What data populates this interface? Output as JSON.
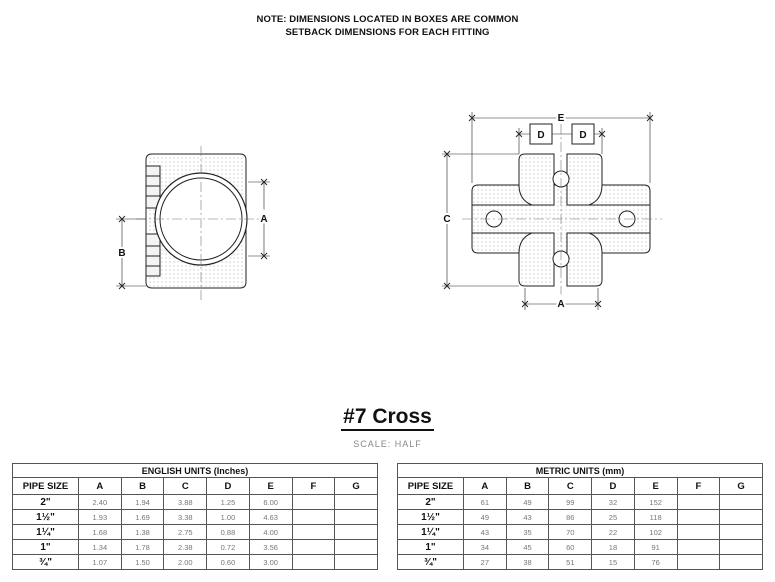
{
  "note": {
    "line1": "NOTE: DIMENSIONS LOCATED IN BOXES ARE COMMON",
    "line2": "SETBACK DIMENSIONS FOR EACH FITTING"
  },
  "drawing": {
    "side_labels": {
      "a": "A",
      "b": "B"
    },
    "top_labels": {
      "e": "E",
      "d_left": "D",
      "d_right": "D",
      "c": "C",
      "a": "A"
    }
  },
  "title": "#7 Cross",
  "scale": "SCALE: HALF",
  "english": {
    "caption": "ENGLISH UNITS (Inches)",
    "headers": [
      "PIPE SIZE",
      "A",
      "B",
      "C",
      "D",
      "E",
      "F",
      "G"
    ],
    "rows": [
      [
        "2\"",
        "2.40",
        "1.94",
        "3.88",
        "1.25",
        "6.00",
        "",
        ""
      ],
      [
        "1½\"",
        "1.93",
        "1.69",
        "3.38",
        "1.00",
        "4.63",
        "",
        ""
      ],
      [
        "1¼\"",
        "1.68",
        "1.38",
        "2.75",
        "0.88",
        "4.00",
        "",
        ""
      ],
      [
        "1\"",
        "1.34",
        "1.78",
        "2.38",
        "0.72",
        "3.56",
        "",
        ""
      ],
      [
        "¾\"",
        "1.07",
        "1.50",
        "2.00",
        "0.60",
        "3.00",
        "",
        ""
      ]
    ]
  },
  "metric": {
    "caption": "METRIC UNITS (mm)",
    "headers": [
      "PIPE SIZE",
      "A",
      "B",
      "C",
      "D",
      "E",
      "F",
      "G"
    ],
    "rows": [
      [
        "2\"",
        "61",
        "49",
        "99",
        "32",
        "152",
        "",
        ""
      ],
      [
        "1½\"",
        "49",
        "43",
        "86",
        "25",
        "118",
        "",
        ""
      ],
      [
        "1¼\"",
        "43",
        "35",
        "70",
        "22",
        "102",
        "",
        ""
      ],
      [
        "1\"",
        "34",
        "45",
        "60",
        "18",
        "91",
        "",
        ""
      ],
      [
        "¾\"",
        "27",
        "38",
        "51",
        "15",
        "76",
        "",
        ""
      ]
    ]
  }
}
